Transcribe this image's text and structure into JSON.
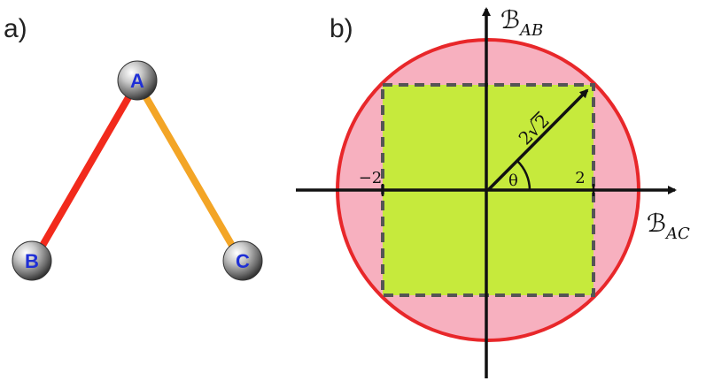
{
  "panels": {
    "a_label": "a)",
    "b_label": "b)"
  },
  "graph": {
    "nodes": [
      "A",
      "B",
      "C"
    ],
    "edge_ab_color": "#f22a1c",
    "edge_ac_color": "#f3a526",
    "node_label_color": "#1f2fd6"
  },
  "plot": {
    "y_axis_letter": "ℬ",
    "y_axis_sub": "AB",
    "x_axis_letter": "ℬ",
    "x_axis_sub": "AC",
    "tick_neg": "−2",
    "tick_pos": "2",
    "angle_label": "θ",
    "magnitude_coeff": "2",
    "magnitude_radicand": "2",
    "circle_fill": "#f7b0bf",
    "circle_stroke": "#e8272a",
    "square_fill": "#c6ea3c",
    "square_stroke": "#555555"
  }
}
